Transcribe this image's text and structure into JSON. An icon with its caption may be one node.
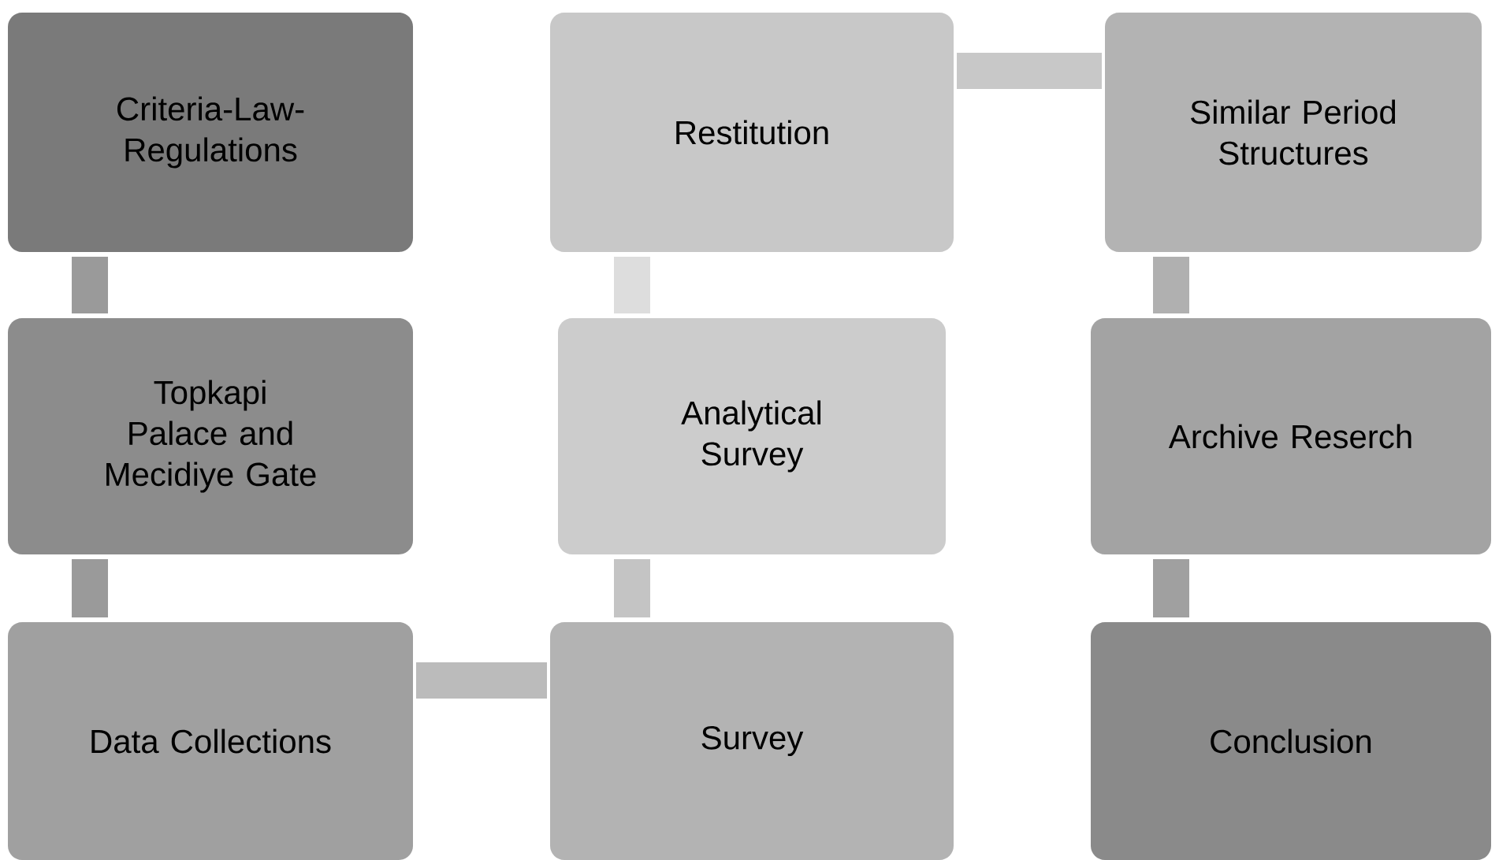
{
  "diagram": {
    "nodes": [
      {
        "text": [
          "Criteria-Law-Regulations"
        ]
      },
      {
        "text": [
          "Topkapi Palace and  Mecidiye Gate"
        ]
      },
      {
        "text": [
          "Data Collections"
        ]
      },
      {
        "text": [
          "Survey"
        ]
      },
      {
        "text": [
          "Analytical Survey"
        ]
      },
      {
        "text": [
          "Restitution"
        ]
      },
      {
        "text": [
          "Similar Period Structures"
        ]
      },
      {
        "text": [
          "Archive  Reserch"
        ]
      },
      {
        "text": [
          "Conclusion"
        ]
      }
    ],
    "edges": [
      {
        "from": 0,
        "to": 1,
        "arrow": "none",
        "color": "#9a9a9a"
      },
      {
        "from": 1,
        "to": 2,
        "arrow": "none",
        "color": "#9a9a9a"
      },
      {
        "from": 2,
        "to": 3,
        "arrow": "none",
        "color": "#bbbbbb"
      },
      {
        "from": 3,
        "to": 4,
        "arrow": "none",
        "color": "#c4c4c4"
      },
      {
        "from": 4,
        "to": 5,
        "arrow": "none",
        "color": "#dddddd"
      },
      {
        "from": 5,
        "to": 6,
        "arrow": "none",
        "color": "#c8c8c8"
      },
      {
        "from": 6,
        "to": 7,
        "arrow": "none",
        "color": "#b0b0b0"
      },
      {
        "from": 7,
        "to": 8,
        "arrow": "none",
        "color": "#a0a0a0"
      }
    ]
  }
}
